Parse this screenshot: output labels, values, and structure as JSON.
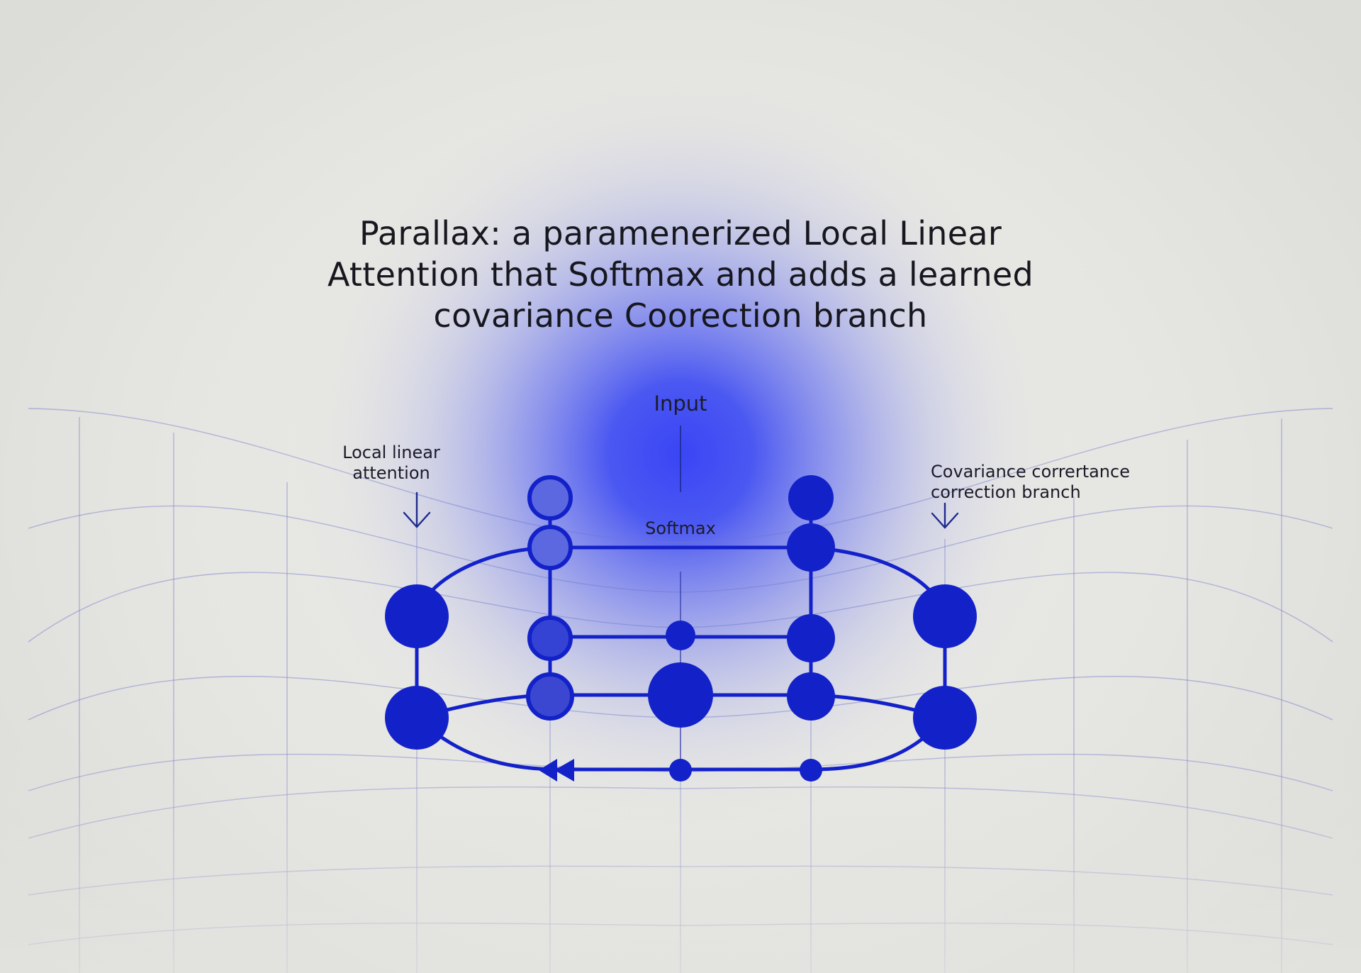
{
  "title": {
    "line1": "Parallax: a paramenerized Local Linear",
    "line2": "Attention  that  Softmax and adds a learned",
    "line3": "covariance Coorection branch"
  },
  "labels": {
    "input": "Input",
    "softmax": "Softmax",
    "local_line1": "Local linear",
    "local_line2": "attention",
    "cov_line1": "Covariance corrertance",
    "cov_line2": "correction branch"
  },
  "colors": {
    "accent": "#1321c9",
    "accent_light": "#4b5ad6",
    "glow": "#3d48f2",
    "grid": "#6f77c9",
    "text": "#17171f",
    "background": "#e3e3df"
  },
  "icons": {
    "local_arrow": "arrow-down-icon",
    "cov_arrow": "arrow-down-icon",
    "loop_arrow": "double-arrow-left-icon"
  }
}
